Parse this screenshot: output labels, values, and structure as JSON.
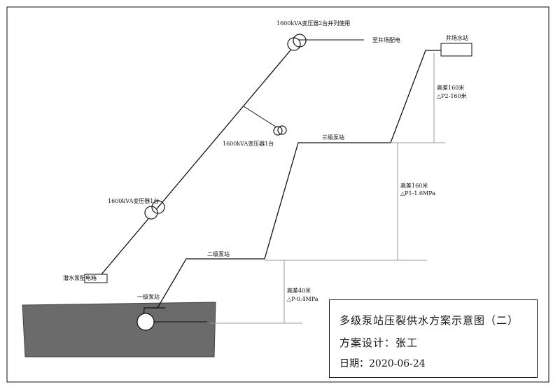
{
  "labels": {
    "transformer_top": "1600kVA变压器2台并列使用",
    "to_well_power": "至井场配电",
    "well_water_station": "井场水站",
    "height_diff_3": "高差160米",
    "pressure_3": "△P2-160米",
    "stage3_station": "三级泵站",
    "transformer_mid": "1600kVA变压器1台",
    "height_diff_2": "高差160米",
    "pressure_2": "△P1-1.6MPa",
    "transformer_low": "1600kVA变压器1台",
    "stage2_station": "二级泵站",
    "submersible_box": "潜水泵配电箱",
    "height_diff_1": "高差40米",
    "pressure_1": "△P-0.4MPa",
    "stage1_station": "一级泵站"
  },
  "title_block": {
    "title": "多级泵站压裂供水方案示意图（二）",
    "designer": "方案设计：张工",
    "date": "日期：2020-06-24"
  }
}
